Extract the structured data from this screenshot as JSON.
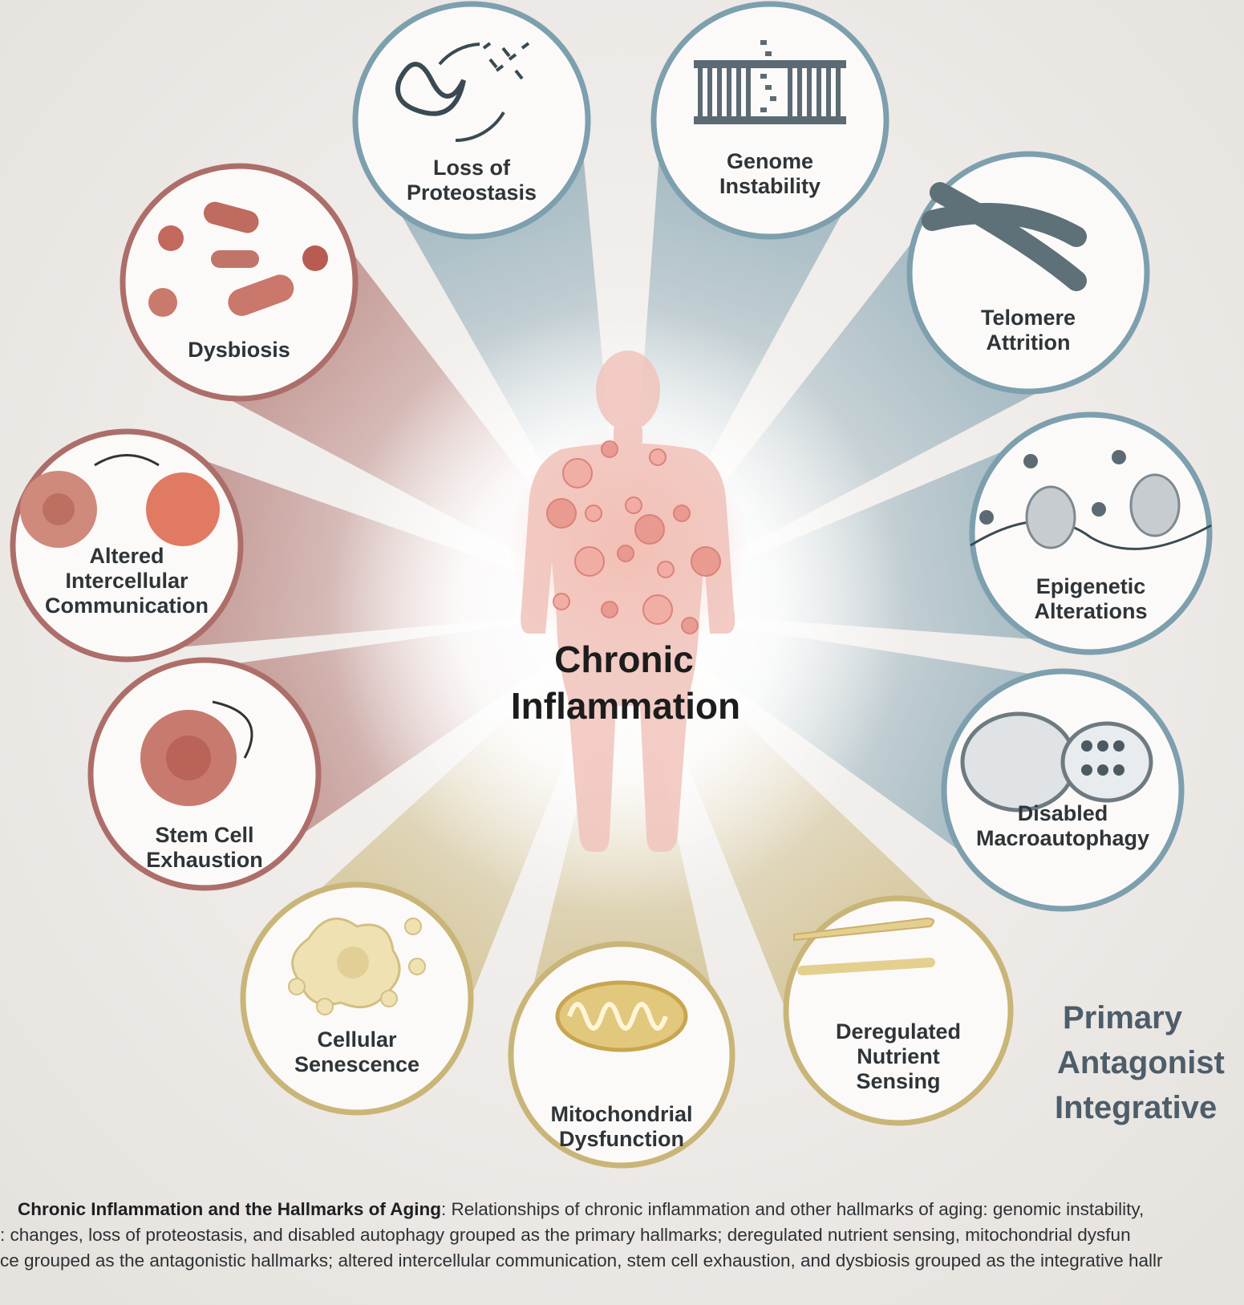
{
  "center": {
    "line1": "Chronic",
    "line2": "Inflammation"
  },
  "hallmarks": [
    {
      "id": "loss-of-proteostasis",
      "group": "primary",
      "lines": [
        "Loss of",
        "Proteostasis"
      ]
    },
    {
      "id": "genome-instability",
      "group": "primary",
      "lines": [
        "Genome",
        "Instability"
      ]
    },
    {
      "id": "telomere-attrition",
      "group": "primary",
      "lines": [
        "Telomere",
        "Attrition"
      ]
    },
    {
      "id": "epigenetic-alterations",
      "group": "primary",
      "lines": [
        "Epigenetic",
        "Alterations"
      ]
    },
    {
      "id": "disabled-macroautophagy",
      "group": "primary",
      "lines": [
        "Disabled",
        "Macroautophagy"
      ]
    },
    {
      "id": "deregulated-nutrient-sensing",
      "group": "antagonistic",
      "lines": [
        "Deregulated",
        "Nutrient",
        "Sensing"
      ]
    },
    {
      "id": "mitochondrial-dysfunction",
      "group": "antagonistic",
      "lines": [
        "Mitochondrial",
        "Dysfunction"
      ]
    },
    {
      "id": "cellular-senescence",
      "group": "antagonistic",
      "lines": [
        "Cellular",
        "Senescence"
      ]
    },
    {
      "id": "stem-cell-exhaustion",
      "group": "integrative",
      "lines": [
        "Stem Cell",
        "Exhaustion"
      ]
    },
    {
      "id": "altered-intercellular-communication",
      "group": "integrative",
      "lines": [
        "Altered",
        "Intercellular",
        "Communication"
      ]
    },
    {
      "id": "dysbiosis",
      "group": "integrative",
      "lines": [
        "Dysbiosis"
      ]
    }
  ],
  "legend": {
    "primary": "Primary",
    "antagonist": "Antagonist",
    "integrative": "Integrative"
  },
  "caption": {
    "title": "Chronic Inflammation and the Hallmarks of Aging",
    "line1_rest": ": Relationships of chronic inflammation and other hallmarks of aging: genomic instability,",
    "line2": ": changes, loss of proteostasis, and disabled autophagy grouped as the primary hallmarks; deregulated nutrient sensing, mitochondrial dysfun",
    "line3": "ce grouped as the antagonistic hallmarks; altered intercellular communication, stem cell exhaustion, and dysbiosis grouped as the integrative hallr"
  },
  "colors": {
    "primary": "#7d9fae",
    "antagonistic": "#c9b577",
    "integrative": "#ad6e69",
    "primary_fill": "#c3d5dc",
    "antagonistic_fill": "#e3d6a8",
    "integrative_fill": "#d6a09b",
    "background": "#eeeae6"
  }
}
